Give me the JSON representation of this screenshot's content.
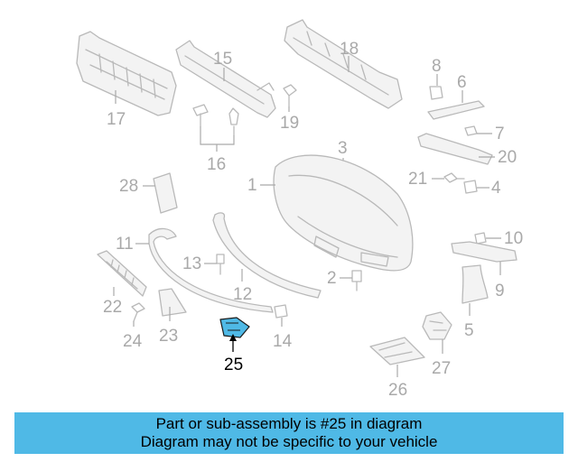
{
  "diagram": {
    "highlighted_part": "25",
    "labels": {
      "l1": "1",
      "l2": "2",
      "l3": "3",
      "l4": "4",
      "l5": "5",
      "l6": "6",
      "l7": "7",
      "l8": "8",
      "l9": "9",
      "l10": "10",
      "l11": "11",
      "l12": "12",
      "l13": "13",
      "l14": "14",
      "l15": "15",
      "l16": "16",
      "l17": "17",
      "l18": "18",
      "l19": "19",
      "l20": "20",
      "l21": "21",
      "l22": "22",
      "l23": "23",
      "l24": "24",
      "l25": "25",
      "l26": "26",
      "l27": "27",
      "l28": "28"
    }
  },
  "caption": {
    "line1": "Part or sub-assembly is #25 in diagram",
    "line2": "Diagram may not be specific to your vehicle"
  },
  "colors": {
    "highlight": "#4fb9e6",
    "part_outline": "#b9b9b9",
    "label_gray": "#a9a9a9"
  }
}
